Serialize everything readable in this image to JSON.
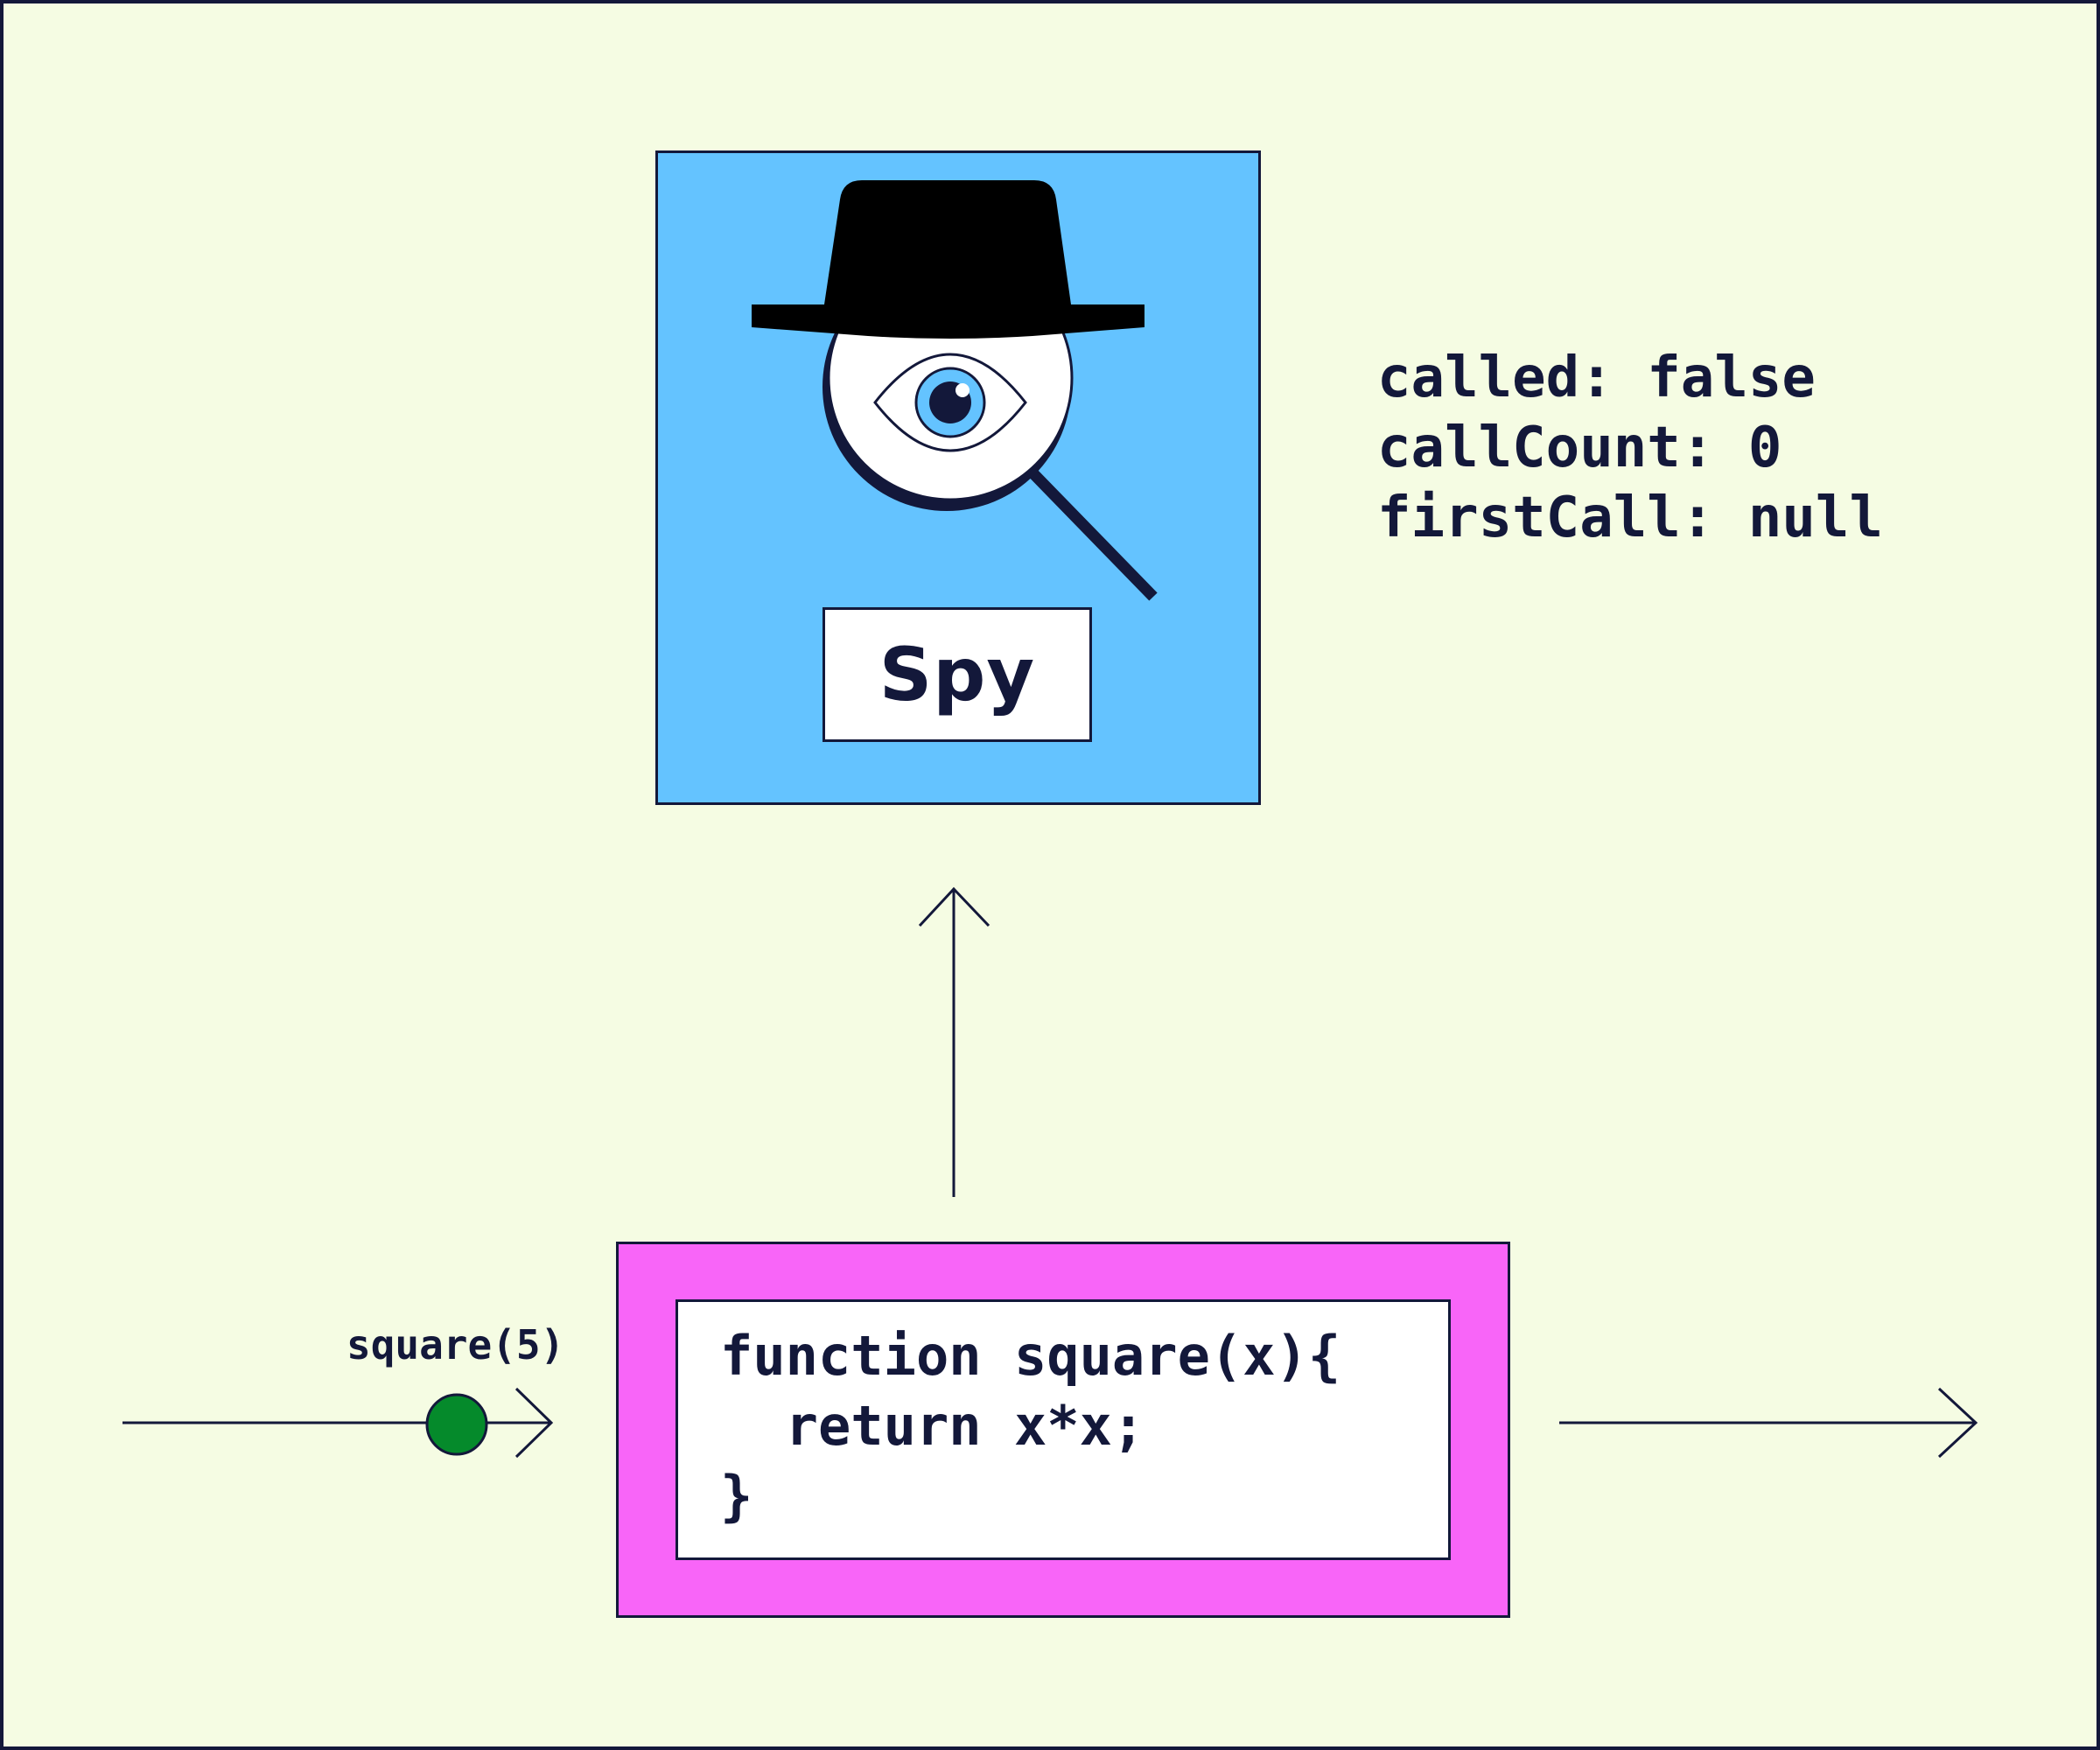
{
  "spy": {
    "label": "Spy"
  },
  "spy_properties": [
    "called: false",
    "callCount: 0",
    "firstCall: null"
  ],
  "call": {
    "label": "square(5)"
  },
  "function_code": [
    "function square(x){",
    "  return x*x;",
    "}"
  ],
  "colors": {
    "background": "#f5fce3",
    "ink": "#13183a",
    "spy_card": "#64c3ff",
    "function_box": "#f865f8",
    "call_dot": "#058a2b"
  },
  "icons": [
    "detective-hat-icon",
    "magnifying-glass-icon",
    "eye-icon"
  ]
}
